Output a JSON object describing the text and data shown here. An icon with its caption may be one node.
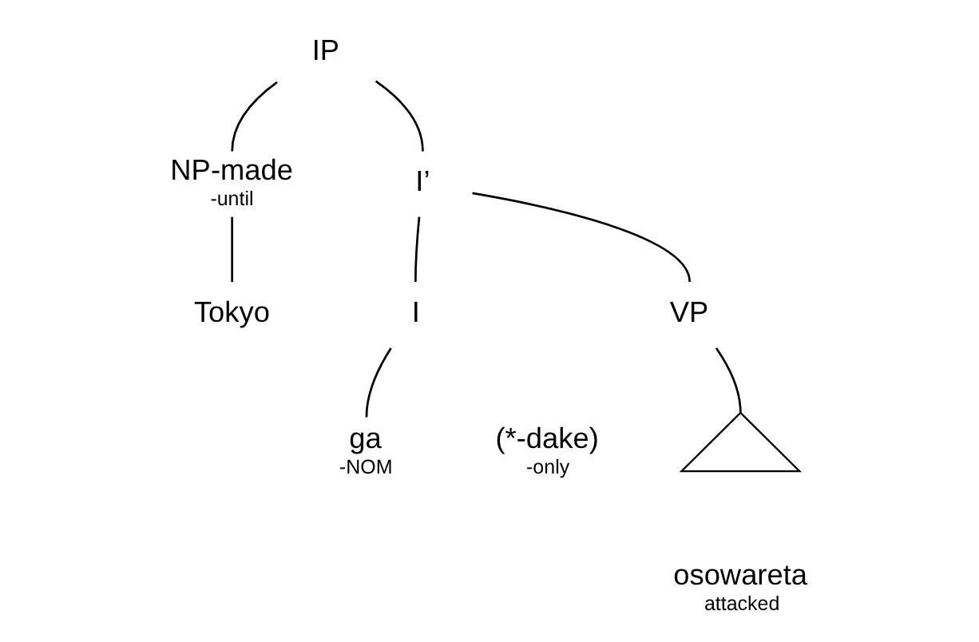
{
  "diagram": {
    "nodes": [
      {
        "text": [
          "IP"
        ]
      },
      {
        "text": [
          "NP-made"
        ],
        "beside": [
          "-until"
        ]
      },
      {
        "text": [
          "Tokyo"
        ]
      },
      {
        "text": [
          "I’"
        ]
      },
      {
        "text": [
          "I"
        ]
      },
      {
        "text": [
          "ga"
        ],
        "beside": [
          "-NOM"
        ]
      },
      {
        "text": [
          "VP"
        ]
      },
      {
        "text": [],
        "shape": "triangle"
      },
      {
        "text": [
          "osowareta"
        ],
        "beside": [
          "attacked"
        ]
      }
    ],
    "edges": [
      {
        "from": 0,
        "to": 1,
        "arrow": "none"
      },
      {
        "from": 0,
        "to": 3,
        "arrow": "none"
      },
      {
        "from": 1,
        "to": 2,
        "arrow": "none"
      },
      {
        "from": 3,
        "to": 4,
        "arrow": "none"
      },
      {
        "from": 3,
        "to": 6,
        "arrow": "none"
      },
      {
        "from": 4,
        "to": 5,
        "arrow": "none"
      },
      {
        "from": 6,
        "to": 7,
        "arrow": "none"
      }
    ],
    "labels": [
      "(*-dake)",
      "-only"
    ]
  }
}
